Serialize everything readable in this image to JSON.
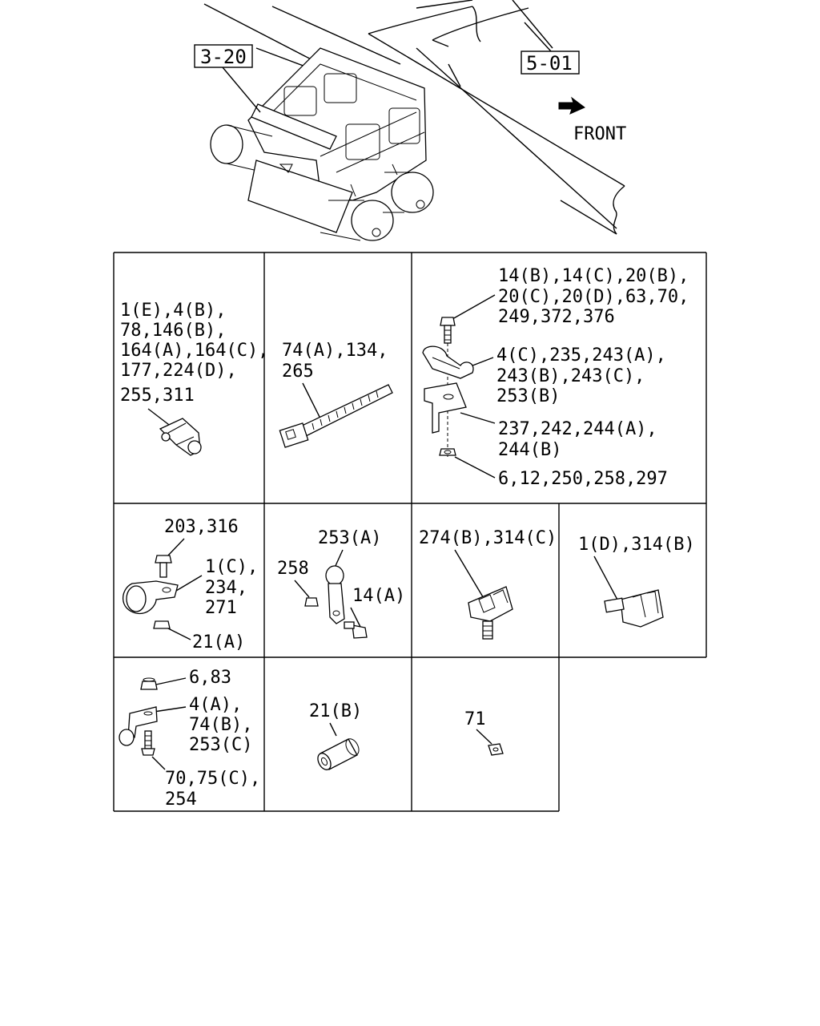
{
  "top_view": {
    "ref_left": "3-20",
    "ref_right": "5-01",
    "direction": "FRONT"
  },
  "cells": {
    "c1": [
      "1(E),4(B),",
      "78,146(B),",
      "164(A),164(C),",
      "177,224(D),",
      "255,311"
    ],
    "c2": [
      "74(A),134,",
      "265"
    ],
    "c3_bolt": [
      "14(B),14(C),20(B),",
      "20(C),20(D),63,70,",
      "249,372,376"
    ],
    "c3_clamp": [
      "4(C),235,243(A),",
      "243(B),243(C),",
      "253(B)"
    ],
    "c3_bracket": [
      "237,242,244(A),",
      "244(B)"
    ],
    "c3_nut": [
      "6,12,250,258,297"
    ],
    "c4_bolt": [
      "203,316"
    ],
    "c4_clamp": [
      "1(C),",
      "234,",
      "271"
    ],
    "c4_nut": [
      "21(A)"
    ],
    "c5_top": [
      "253(A)"
    ],
    "c5_left": [
      "258"
    ],
    "c5_right": [
      "14(A)"
    ],
    "c6": [
      "274(B),314(C)"
    ],
    "c7": [
      "1(D),314(B)"
    ],
    "c8_nut": [
      "6,83"
    ],
    "c8_bracket": [
      "4(A),",
      "74(B),",
      "253(C)"
    ],
    "c8_bolt": [
      "70,75(C),",
      "254"
    ],
    "c9": [
      "21(B)"
    ],
    "c10": [
      "71"
    ]
  }
}
